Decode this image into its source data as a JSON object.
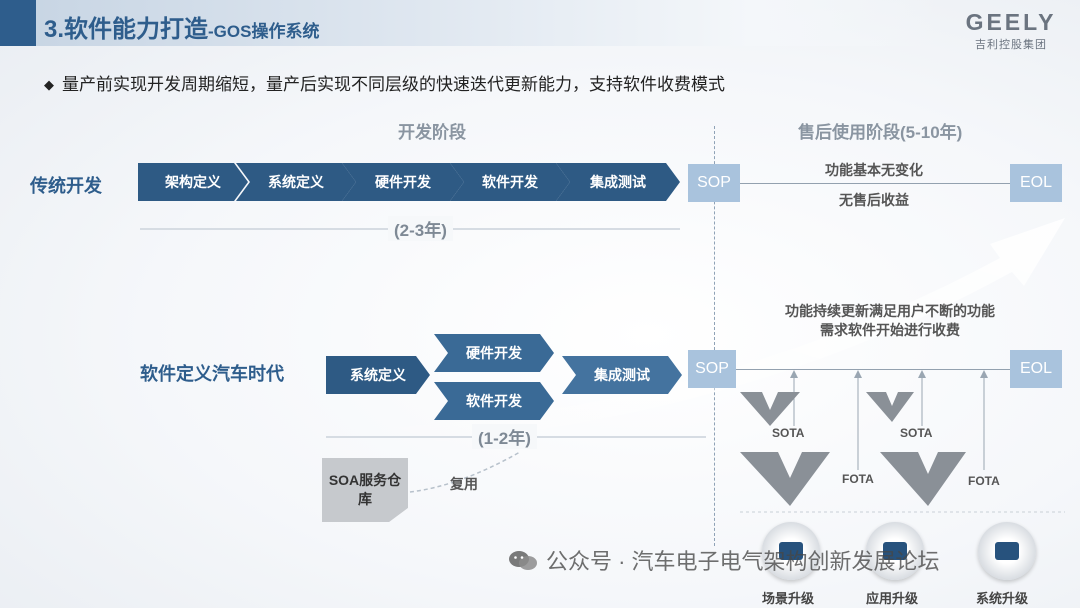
{
  "header": {
    "title_main": "3.软件能力打造",
    "title_sub": "-GOS操作系统",
    "logo_word": "GEELY",
    "logo_cn": "吉利控股集团",
    "accent_color": "#2e5d8c"
  },
  "bullet": {
    "icon": "diamond-bullet-icon",
    "text": "量产前实现开发周期缩短，量产后实现不同层级的快速迭代更新能力，支持软件收费模式"
  },
  "phases": {
    "dev": "开发阶段",
    "after_sales": "售后使用阶段(5-10年)"
  },
  "traditional": {
    "label": "传统开发",
    "steps": [
      "架构定义",
      "系统定义",
      "硬件开发",
      "软件开发",
      "集成测试"
    ],
    "sop": "SOP",
    "eol": "EOL",
    "duration": "(2-3年)",
    "note_1": "功能基本无变化",
    "note_2": "无售后收益"
  },
  "sdv": {
    "label": "软件定义汽车时代",
    "system_def": "系统定义",
    "hardware": "硬件开发",
    "software": "软件开发",
    "integration": "集成测试",
    "sop": "SOP",
    "eol": "EOL",
    "duration": "(1-2年)",
    "update_note": "功能持续更新满足用户不断的功能需求软件开始进行收费",
    "soa_card": "SOA服务仓库",
    "reuse": "复用",
    "sota": "SOTA",
    "fota": "FOTA",
    "upgrades": [
      "场景升级",
      "应用升级",
      "系统升级"
    ]
  },
  "watermark": {
    "icon": "wechat-icon",
    "text": "公众号 · 汽车电子电气架构创新发展论坛"
  }
}
